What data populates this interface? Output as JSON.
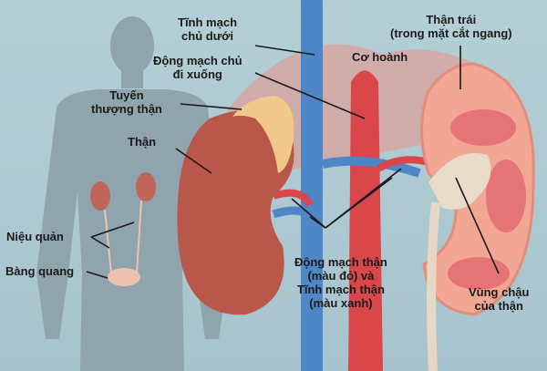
{
  "diagram": {
    "title": "Kidney anatomy (Vietnamese labels)",
    "colors": {
      "background": "#a9c6cf",
      "silhouette": "#8fa4ac",
      "kidney": "#b8574a",
      "adrenal": "#f0c98a",
      "vein": "#4f86c6",
      "artery": "#d9474a",
      "diaphragm": "#d99a96",
      "cortex": "#f2a694",
      "medulla": "#e0606a",
      "pelvis": "#e8dcc8",
      "leader_line": "#1a1a1a"
    },
    "labels": {
      "ivc": [
        "Tĩnh mạch",
        "chủ dưới"
      ],
      "aorta": [
        "Động mạch chủ",
        "đi xuống"
      ],
      "adrenal": [
        "Tuyến",
        "thượng thận"
      ],
      "kidney": [
        "Thận"
      ],
      "ureter": [
        "Niệu quản"
      ],
      "bladder": [
        "Bàng quang"
      ],
      "diaphragm": [
        "Cơ hoành"
      ],
      "left_kidney_section": [
        "Thận trái",
        "(trong mặt cắt ngang)"
      ],
      "renal_vessels": [
        "Động mạch thận",
        "(màu đỏ) và",
        "Tĩnh mạch thận",
        "(màu xanh)"
      ],
      "renal_pelvis": [
        "Vùng chậu",
        "của thận"
      ]
    }
  }
}
